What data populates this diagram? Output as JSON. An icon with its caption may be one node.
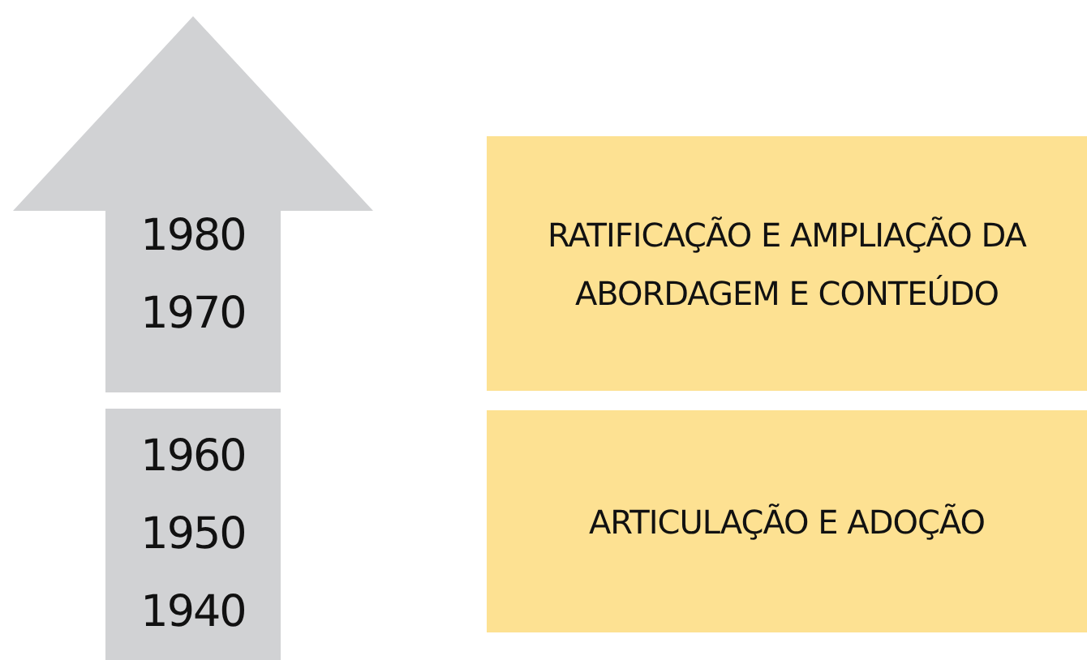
{
  "diagram": {
    "nodes": [
      {
        "text": [
          "1980",
          "1970"
        ]
      },
      {
        "text": [
          "1960",
          "1950",
          "1940"
        ]
      },
      {
        "text": [
          "RATIFICAÇÃO E AMPLIAÇÃO DA ABORDAGEM E CONTEÚDO"
        ]
      },
      {
        "text": [
          "ARTICULAÇÃO E ADOÇÃO"
        ]
      }
    ]
  }
}
